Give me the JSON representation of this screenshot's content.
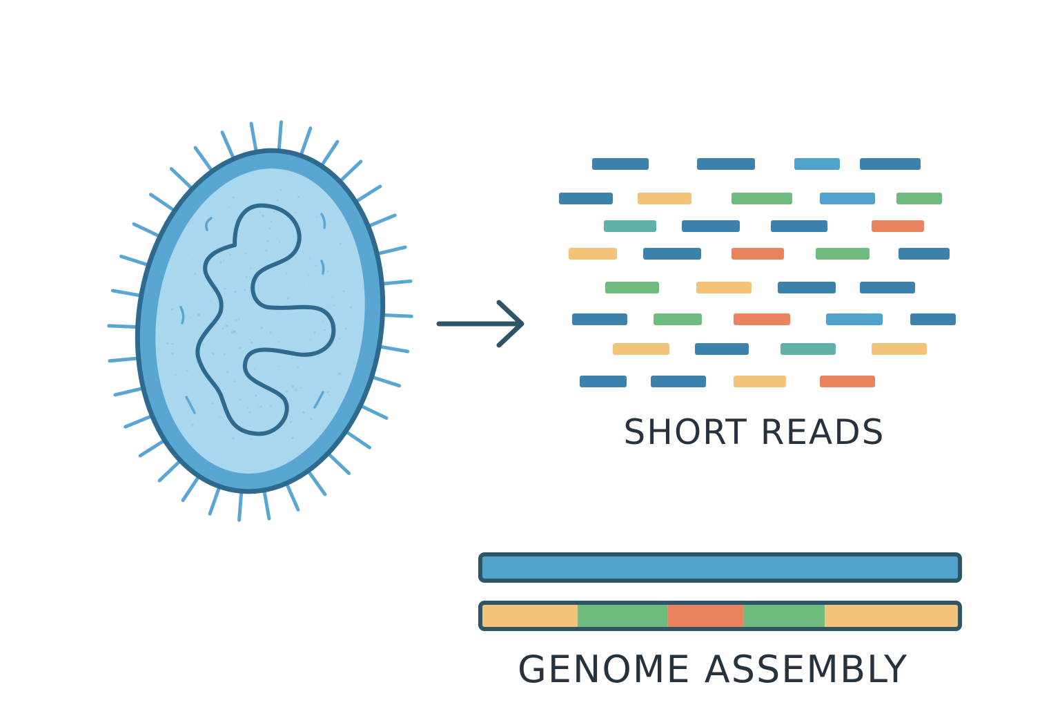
{
  "colors": {
    "outline": "#2E6A8E",
    "cell_outer": "#5AA6D3",
    "cell_inner": "#A9D7EE",
    "pili": "#5AA6D3",
    "dna": "#2E6A8E",
    "arrow": "#2E5468",
    "text": "#26323D",
    "read_dark_blue": "#3C82AC",
    "read_light_blue": "#52A2CE",
    "read_yellow": "#F2C378",
    "read_green": "#6FBB7E",
    "read_teal": "#5FB3A6",
    "read_orange": "#E8835E"
  },
  "labels": {
    "short_reads": "SHORT READS",
    "genome_assembly": "GENOME ASSEMBLY"
  },
  "reads": {
    "colors_by_row": [
      [
        "dark_blue",
        "dark_blue",
        "light_blue",
        "dark_blue"
      ],
      [
        "dark_blue",
        "yellow",
        "green",
        "light_blue",
        "green"
      ],
      [
        "teal",
        "dark_blue",
        "dark_blue",
        "orange"
      ],
      [
        "yellow",
        "dark_blue",
        "orange",
        "green",
        "dark_blue"
      ],
      [
        "green",
        "yellow",
        "dark_blue",
        "dark_blue"
      ],
      [
        "dark_blue",
        "green",
        "orange",
        "light_blue",
        "dark_blue"
      ],
      [
        "yellow",
        "dark_blue",
        "teal",
        "yellow"
      ],
      [
        "dark_blue",
        "dark_blue",
        "yellow",
        "orange"
      ]
    ]
  },
  "assembly": {
    "top_bar_color": "light_blue",
    "bottom_segments": [
      {
        "color": "yellow",
        "fraction": 0.2
      },
      {
        "color": "green",
        "fraction": 0.19
      },
      {
        "color": "orange",
        "fraction": 0.16
      },
      {
        "color": "green",
        "fraction": 0.17
      },
      {
        "color": "yellow",
        "fraction": 0.28
      }
    ]
  }
}
